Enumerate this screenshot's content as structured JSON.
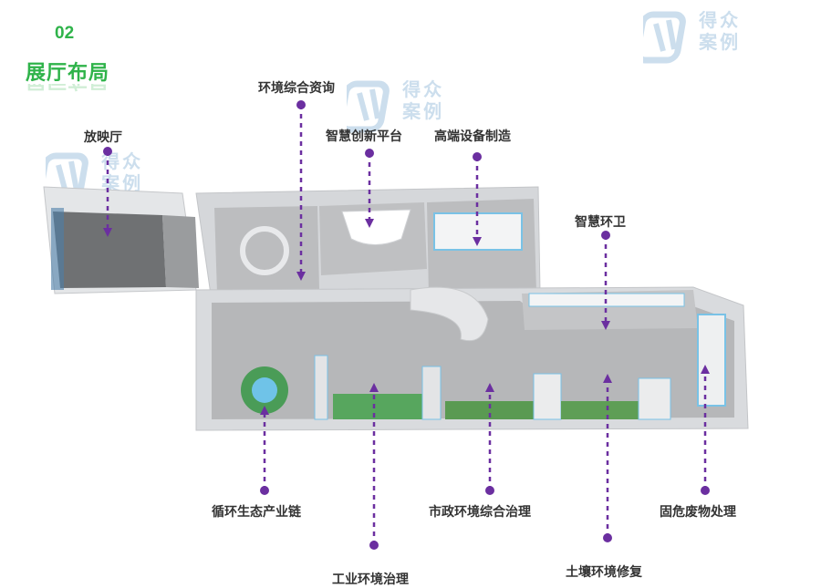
{
  "header": {
    "number": "02",
    "title": "展厅布局"
  },
  "watermark": {
    "line1": "得众",
    "line2": "案例"
  },
  "labels": {
    "fangying": "放映厅",
    "zixun": "环境综合资询",
    "zhihui_chuangxin": "智慧创新平台",
    "gaoduan": "高端设备制造",
    "huanwei": "智慧环卫",
    "xunhuan": "循环生态产业链",
    "gongye": "工业环境治理",
    "shizheng": "市政环境综合治理",
    "turang": "土壤环境修复",
    "gufei": "固危废物处理"
  },
  "colors": {
    "accent": "#2fb34a",
    "pointer": "#6b2fa0",
    "floor": "#b8b9bb",
    "wall": "#dfe1e4"
  }
}
